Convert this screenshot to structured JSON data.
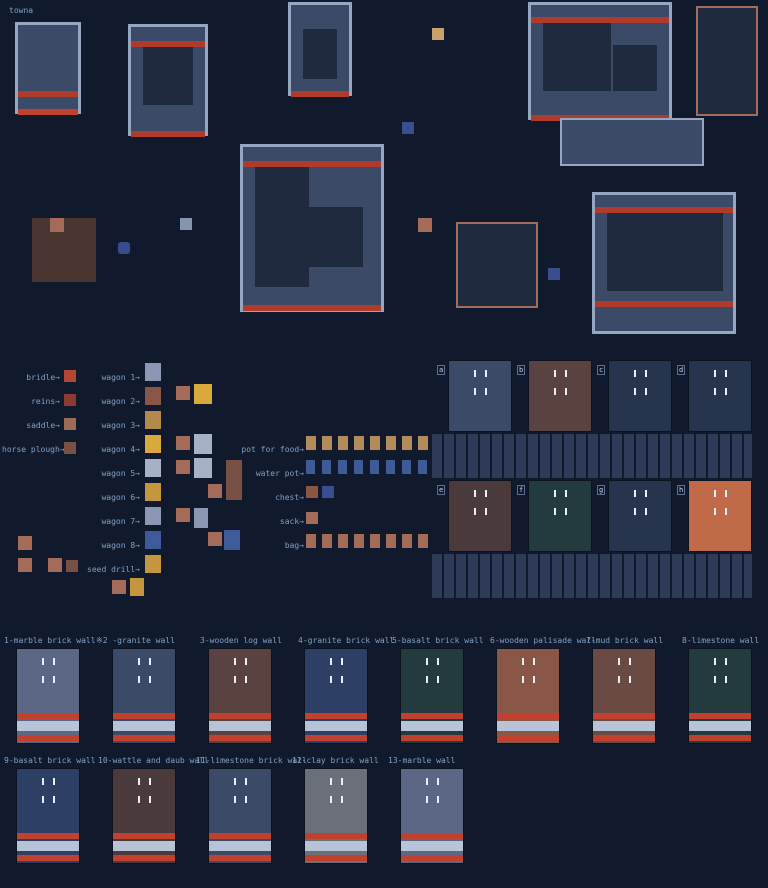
{
  "map": {
    "title": "towna"
  },
  "colors": {
    "background": "#111a2c",
    "label": "#7fa0c6",
    "wall_red": "#b23a2a",
    "stone": "#97a6c0"
  },
  "items_list": {
    "bridle": "bridle→",
    "reins": "reins→",
    "saddle": "saddle→",
    "plough": "horse plough→"
  },
  "wagons": {
    "w1": "wagon 1→",
    "w2": "wagon 2→",
    "w3": "wagon 3→",
    "w4": "wagon 4→",
    "w5": "wagon 5→",
    "w6": "wagon 6→",
    "w7": "wagon 7→",
    "w8": "wagon 8→",
    "seed": "seed drill→"
  },
  "containers": {
    "pot_food": "pot for food→",
    "water_pot": "water pot→",
    "chest": "chest→",
    "sack": "sack→",
    "bag": "bag→"
  },
  "tile_letters": [
    "a",
    "b",
    "c",
    "d",
    "e",
    "f",
    "g",
    "h"
  ],
  "walls_row1": [
    "1-marble brick wall",
    "※2 -granite wall",
    "3-wooden log wall",
    "4-granite brick wall",
    "5-basalt brick wall",
    "6-wooden palisade wall",
    "7-mud brick wall",
    "8-limestone wall"
  ],
  "walls_row2": [
    "9-basalt brick wall",
    "10-wattle and daub wall",
    "11-limestone brick wall",
    "12-clay brick wall",
    "13-marble wall"
  ]
}
